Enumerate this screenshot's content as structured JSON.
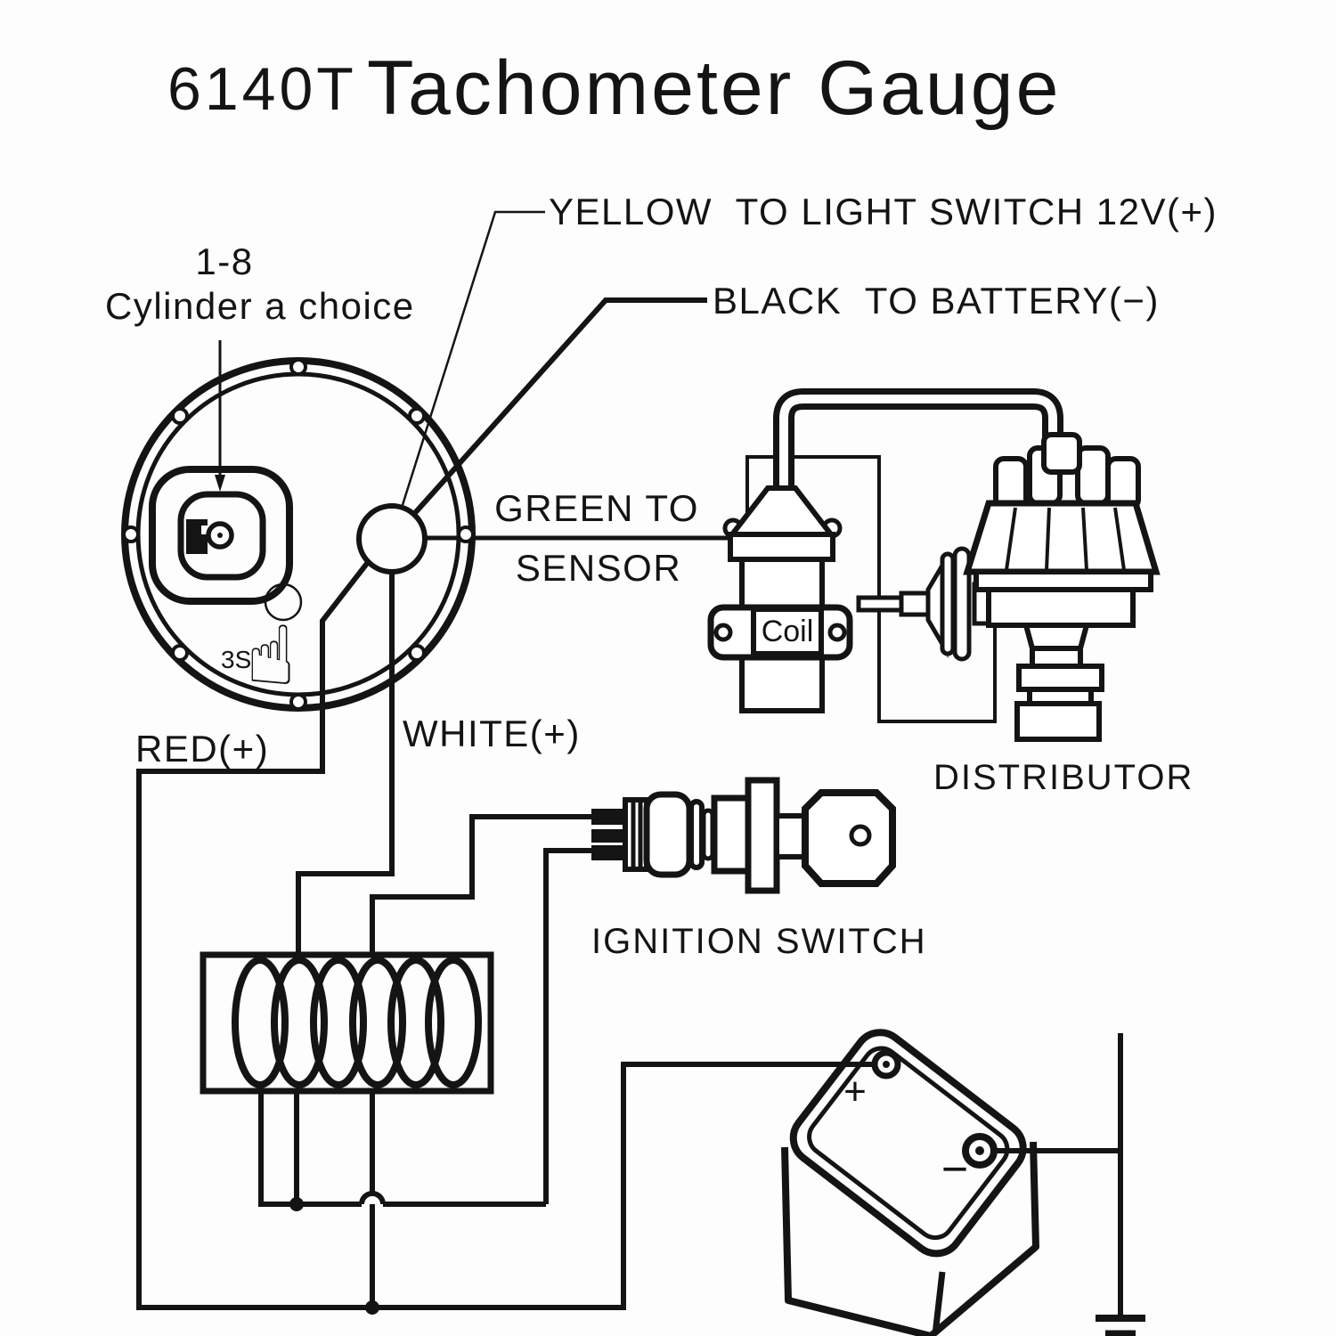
{
  "title": {
    "model": "6140T",
    "product": "Tachometer Gauge"
  },
  "gauge": {
    "note_line1": "1-8",
    "note_line2": "Cylinder a choice",
    "touch_time": "3S",
    "hand_glyph": "☝"
  },
  "wire_labels": {
    "yellow": "YELLOW  TO LIGHT SWITCH 12V(+)",
    "black": "BLACK  TO BATTERY(−)",
    "green_1": "GREEN TO",
    "green_2": "SENSOR",
    "white": "WHITE(+)",
    "red": "RED(+)"
  },
  "components": {
    "coil": "Coil",
    "distributor": "DISTRIBUTOR",
    "ignition_switch": "IGNITION SWITCH",
    "battery": {
      "positive": "+",
      "negative": "−"
    }
  },
  "colors": {
    "ink": "#141414",
    "paper": "#fdfdfd"
  }
}
